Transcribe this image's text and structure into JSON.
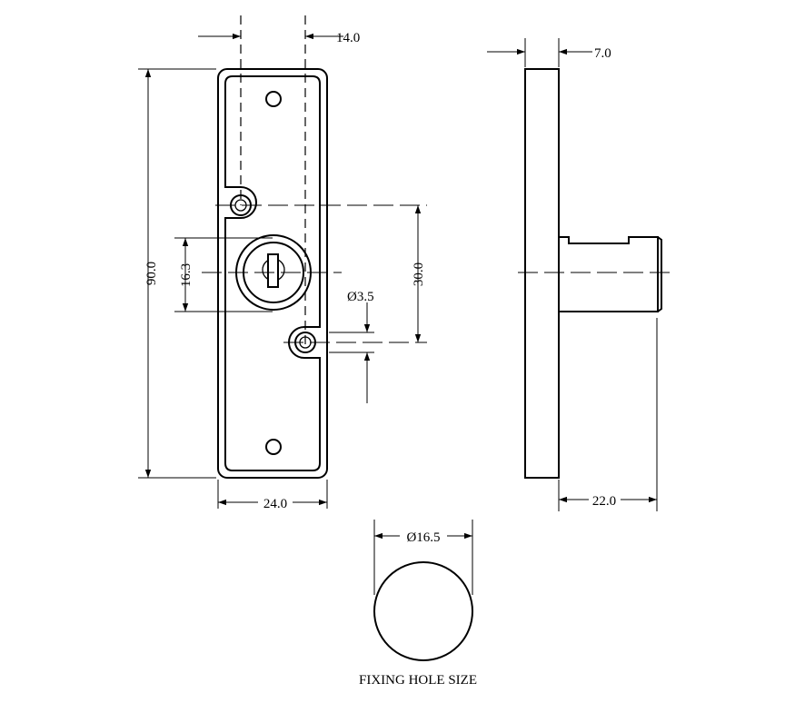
{
  "dimensions": {
    "offset_width": "14.0",
    "plate_thickness": "7.0",
    "overall_height": "90.0",
    "cylinder_height": "16.3",
    "hole_spacing": "30.0",
    "screw_hole_diameter": "Ø3.5",
    "plate_width": "24.0",
    "body_projection": "22.0",
    "fixing_hole_diameter": "Ø16.5"
  },
  "captions": {
    "fixing_hole": "FIXING HOLE SIZE"
  },
  "colors": {
    "line": "#000000",
    "background": "#ffffff"
  }
}
